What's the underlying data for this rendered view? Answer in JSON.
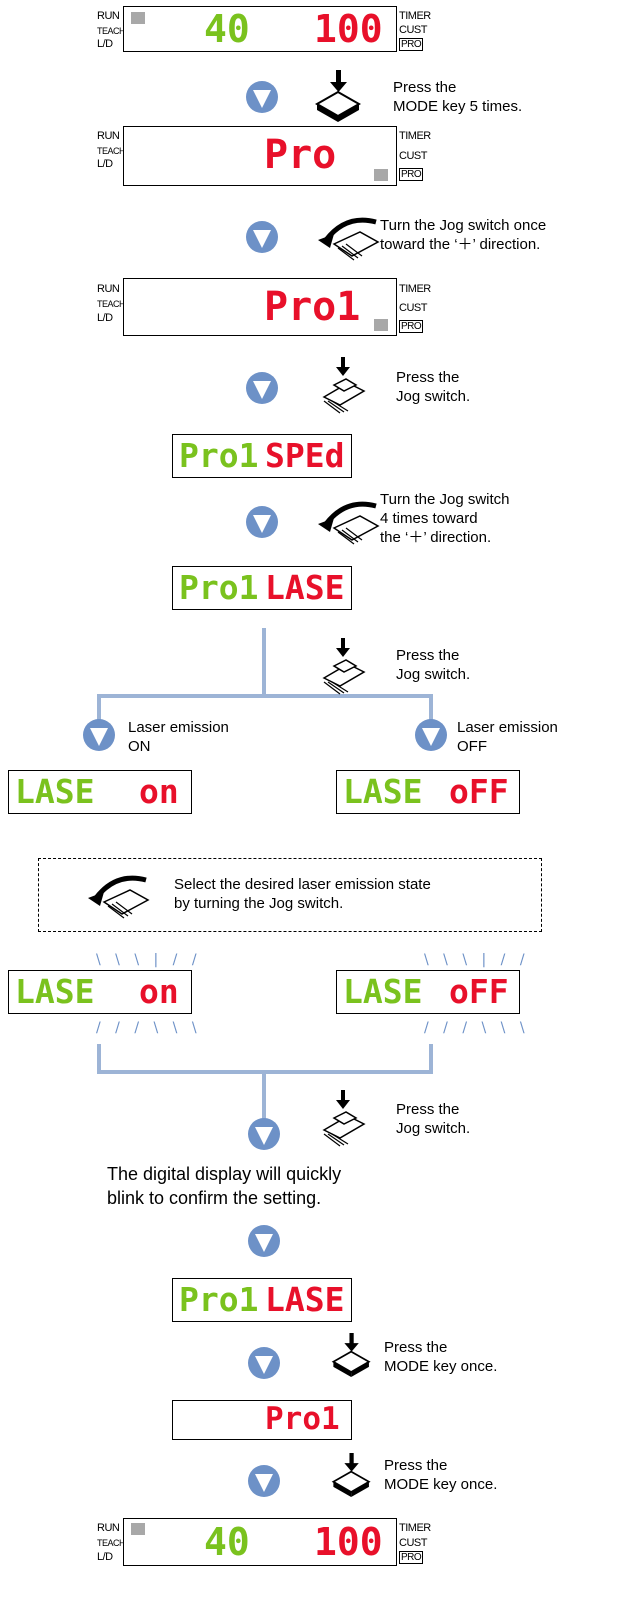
{
  "panel_labels": {
    "run": "RUN",
    "teach": "TEACH",
    "ld": "L/D",
    "timer": "TIMER",
    "cust": "CUST",
    "pro": "PRO"
  },
  "displays": {
    "d1": {
      "green": "40",
      "red": "100"
    },
    "d2": {
      "red": "Pro"
    },
    "d3": {
      "red": "Pro1"
    },
    "d4": {
      "green": "Pro1",
      "red": "SPEd"
    },
    "d5": {
      "green": "Pro1",
      "red": "LASE"
    },
    "d6l": {
      "green": "LASE",
      "red": "on"
    },
    "d6r": {
      "green": "LASE",
      "red": "oFF"
    },
    "d7l": {
      "green": "LASE",
      "red": "on"
    },
    "d7r": {
      "green": "LASE",
      "red": "oFF"
    },
    "d8": {
      "green": "Pro1",
      "red": "LASE"
    },
    "d9": {
      "red": "Pro1"
    },
    "d10": {
      "green": "40",
      "red": "100"
    }
  },
  "steps": {
    "s1": "Press the\nMODE key 5 times.",
    "s2": "Turn the Jog switch once\ntoward the ‘＋’ direction.",
    "s3": "Press the\nJog switch.",
    "s4": "Turn the Jog switch\n4 times toward\nthe ‘＋’ direction.",
    "s5": "Press the\nJog switch.",
    "s6": "Press the\nJog switch.",
    "s7": "Press the\nMODE key once.",
    "s8": "Press the\nMODE key once."
  },
  "branch": {
    "left": "Laser emission\nON",
    "right": "Laser emission\nOFF"
  },
  "select_note": "Select the desired laser emission state\nby turning the Jog switch.",
  "confirm_note": "The digital display will quickly\nblink to confirm the setting.",
  "colors": {
    "arrow_blue": "#6d91c7",
    "line_blue": "#9db4d6",
    "seg_green": "#7ac21e",
    "seg_red": "#e8102a"
  }
}
